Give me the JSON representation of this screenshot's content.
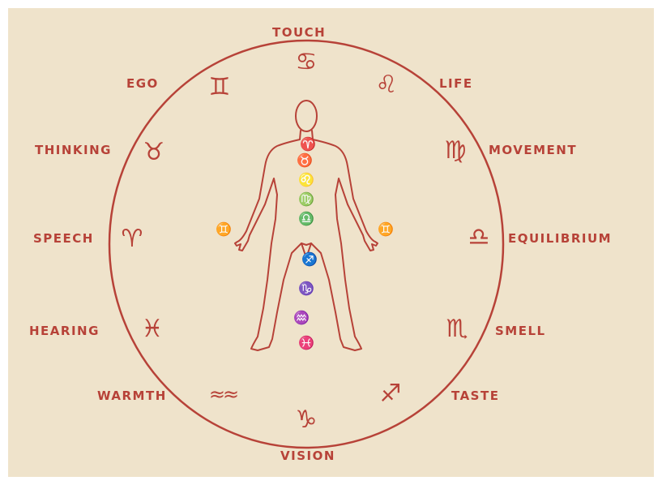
{
  "colors": {
    "ink": "#b74238",
    "paper": "#efe3cb"
  },
  "senses": {
    "touch": "TOUCH",
    "life": "LIFE",
    "movement": "MOVEMENT",
    "equilibrium": "EQUILIBRIUM",
    "smell": "SMELL",
    "taste": "TASTE",
    "vision": "VISION",
    "warmth": "WARMTH",
    "hearing": "HEARING",
    "speech": "SPEECH",
    "thinking": "THINKING",
    "ego": "EGO"
  },
  "zodiac": {
    "cancer": "♋",
    "leo": "♌",
    "virgo": "♍",
    "libra": "♎",
    "scorpio": "♏",
    "sagittarius": "♐",
    "capricorn": "♑",
    "aquarius": "≈≈",
    "pisces": "♓",
    "aries": "♈",
    "taurus": "♉",
    "gemini": "♊"
  },
  "body_signs": {
    "head": "♈",
    "throat": "♉",
    "chest": "♌",
    "belly": "♍",
    "hips": "♎",
    "thigh": "♐",
    "knee": "♑",
    "shin": "♒",
    "feet": "♓",
    "left_hand": "♊",
    "right_hand": "♊"
  }
}
